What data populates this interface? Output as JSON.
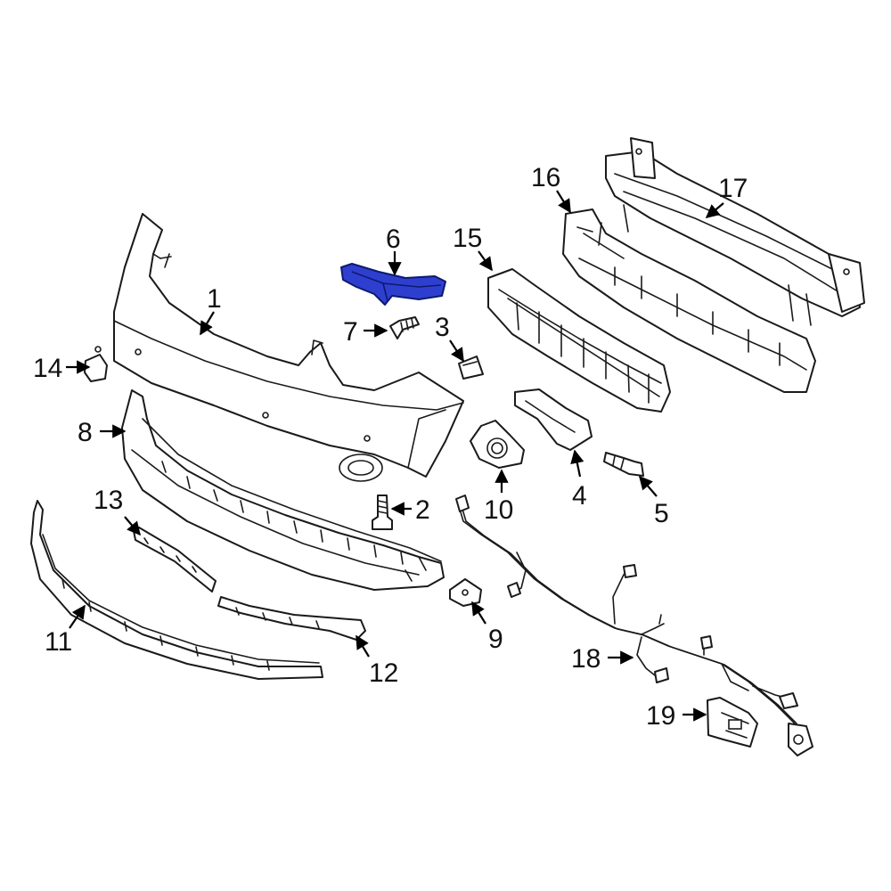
{
  "diagram": {
    "highlight_color": "#2e3fd0",
    "callouts": [
      {
        "id": "1",
        "label": "1"
      },
      {
        "id": "2",
        "label": "2"
      },
      {
        "id": "3",
        "label": "3"
      },
      {
        "id": "4",
        "label": "4"
      },
      {
        "id": "5",
        "label": "5"
      },
      {
        "id": "6",
        "label": "6"
      },
      {
        "id": "7",
        "label": "7"
      },
      {
        "id": "8",
        "label": "8"
      },
      {
        "id": "9",
        "label": "9"
      },
      {
        "id": "10",
        "label": "10"
      },
      {
        "id": "11",
        "label": "11"
      },
      {
        "id": "12",
        "label": "12"
      },
      {
        "id": "13",
        "label": "13"
      },
      {
        "id": "14",
        "label": "14"
      },
      {
        "id": "15",
        "label": "15"
      },
      {
        "id": "16",
        "label": "16"
      },
      {
        "id": "17",
        "label": "17"
      },
      {
        "id": "18",
        "label": "18"
      },
      {
        "id": "19",
        "label": "19"
      }
    ]
  }
}
